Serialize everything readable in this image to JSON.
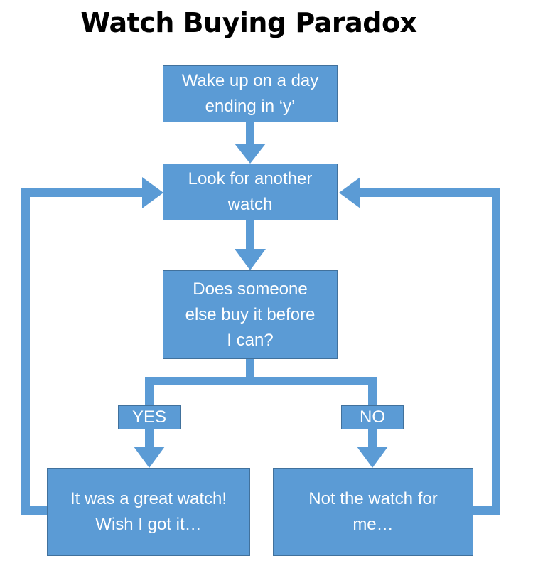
{
  "title": "Watch Buying Paradox",
  "nodes": {
    "start": "Wake up on a day\nending in ‘y’",
    "look": "Look for another\nwatch",
    "decision": "Does someone\nelse buy it before\nI can?",
    "yes_result": "It was a great watch!\nWish I got it…",
    "no_result": "Not the watch for\nme…"
  },
  "labels": {
    "yes": "YES",
    "no": "NO"
  },
  "colors": {
    "box_fill": "#5b9bd5",
    "box_border": "#41719c",
    "text": "#ffffff"
  }
}
